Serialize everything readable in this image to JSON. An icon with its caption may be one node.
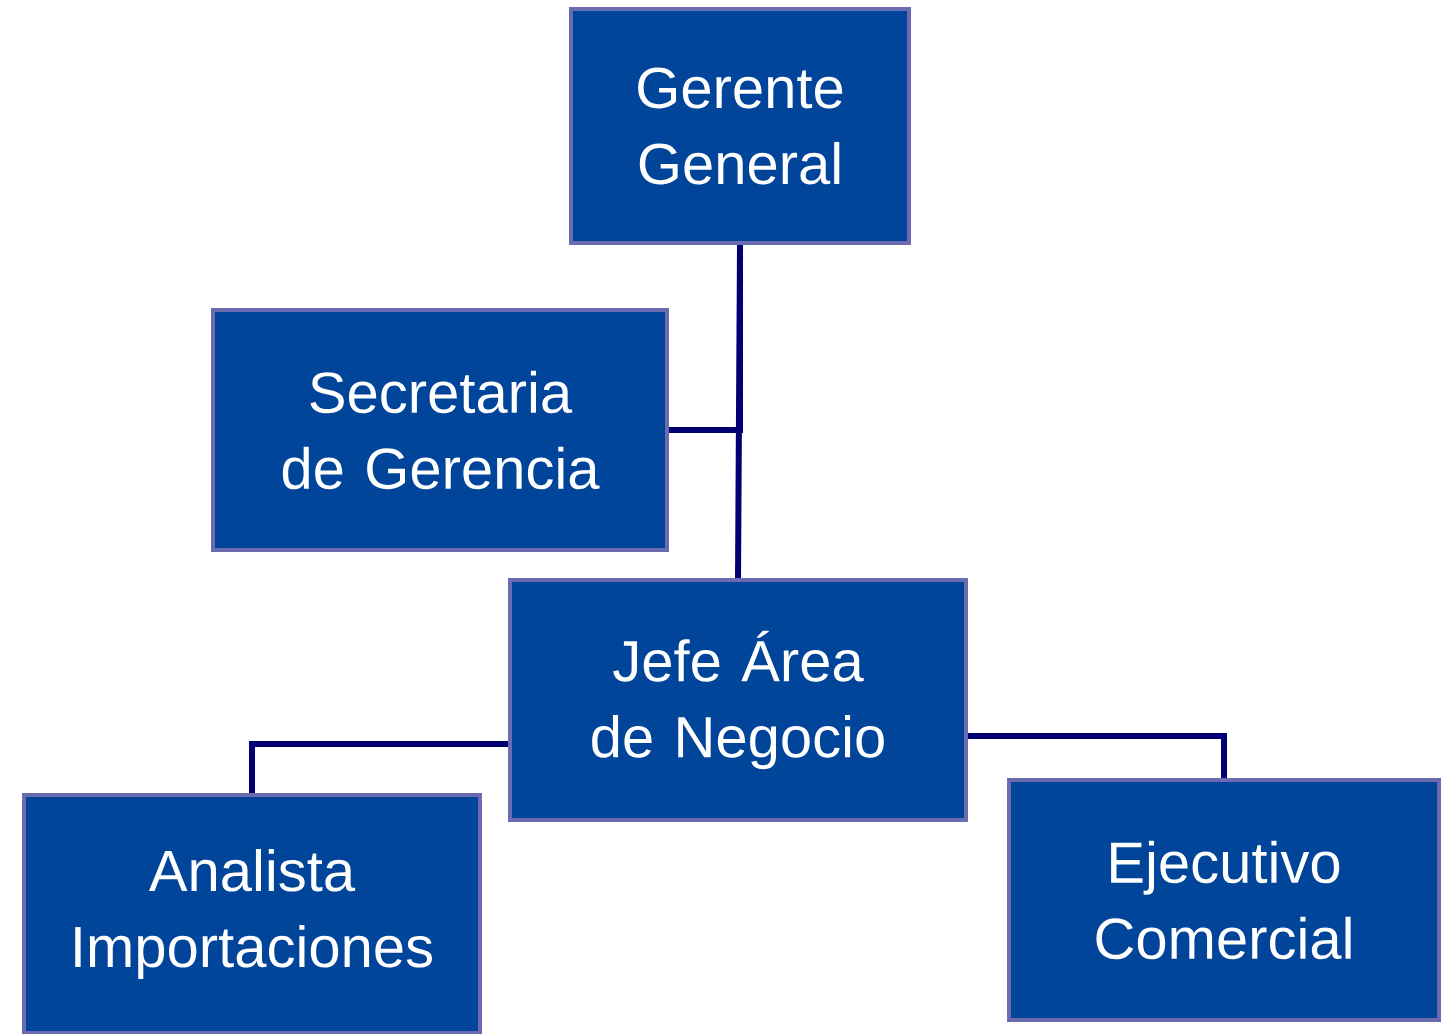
{
  "diagram": {
    "nodes": [
      {
        "text": [
          "Gerente General"
        ]
      },
      {
        "text": [
          "Secretaria de Gerencia"
        ]
      },
      {
        "text": [
          "Jefe Área de Negocio"
        ]
      },
      {
        "text": [
          "Analista Importaciones"
        ]
      },
      {
        "text": [
          "Ejecutivo Comercial"
        ]
      }
    ],
    "edges": [
      {
        "from": 0,
        "to": 2,
        "arrow": "none"
      },
      {
        "from": 0,
        "to": 1,
        "arrow": "none"
      },
      {
        "from": 2,
        "to": 3,
        "arrow": "none"
      },
      {
        "from": 2,
        "to": 4,
        "arrow": "none"
      }
    ]
  }
}
